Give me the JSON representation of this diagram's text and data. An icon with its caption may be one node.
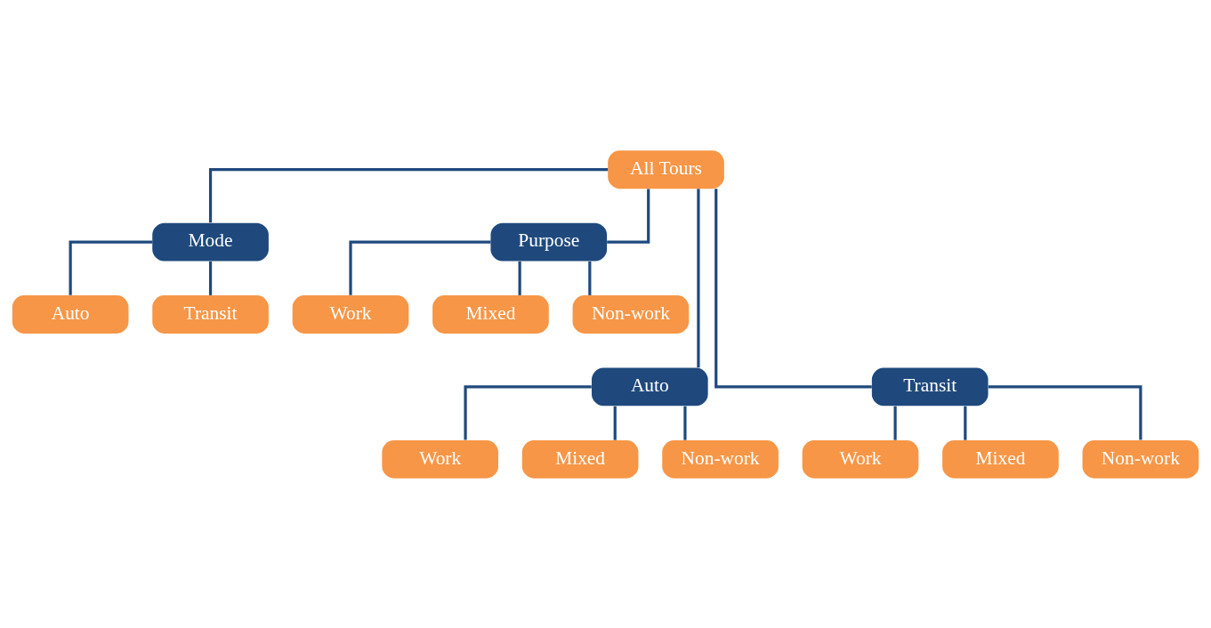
{
  "diagram": {
    "nodes": [
      {
        "text": [
          "All Tours"
        ]
      },
      {
        "text": [
          "Mode"
        ]
      },
      {
        "text": [
          "Purpose"
        ]
      },
      {
        "text": [
          "Auto"
        ]
      },
      {
        "text": [
          "Transit"
        ]
      },
      {
        "text": [
          "Work"
        ]
      },
      {
        "text": [
          "Mixed"
        ]
      },
      {
        "text": [
          "Non-work"
        ]
      },
      {
        "text": [
          "Auto"
        ]
      },
      {
        "text": [
          "Transit"
        ]
      },
      {
        "text": [
          "Work"
        ]
      },
      {
        "text": [
          "Mixed"
        ]
      },
      {
        "text": [
          "Non-work"
        ]
      },
      {
        "text": [
          "Work"
        ]
      },
      {
        "text": [
          "Mixed"
        ]
      },
      {
        "text": [
          "Non-work"
        ]
      }
    ],
    "edges": [
      {
        "from": 0,
        "to": 1,
        "arrow": "none"
      },
      {
        "from": 0,
        "to": 2,
        "arrow": "none"
      },
      {
        "from": 0,
        "to": 8,
        "arrow": "none"
      },
      {
        "from": 0,
        "to": 9,
        "arrow": "none"
      },
      {
        "from": 1,
        "to": 3,
        "arrow": "none"
      },
      {
        "from": 1,
        "to": 4,
        "arrow": "none"
      },
      {
        "from": 2,
        "to": 5,
        "arrow": "none"
      },
      {
        "from": 2,
        "to": 6,
        "arrow": "none"
      },
      {
        "from": 2,
        "to": 7,
        "arrow": "none"
      },
      {
        "from": 8,
        "to": 10,
        "arrow": "none"
      },
      {
        "from": 8,
        "to": 11,
        "arrow": "none"
      },
      {
        "from": 8,
        "to": 12,
        "arrow": "none"
      },
      {
        "from": 9,
        "to": 13,
        "arrow": "none"
      },
      {
        "from": 9,
        "to": 14,
        "arrow": "none"
      },
      {
        "from": 9,
        "to": 15,
        "arrow": "none"
      }
    ]
  }
}
